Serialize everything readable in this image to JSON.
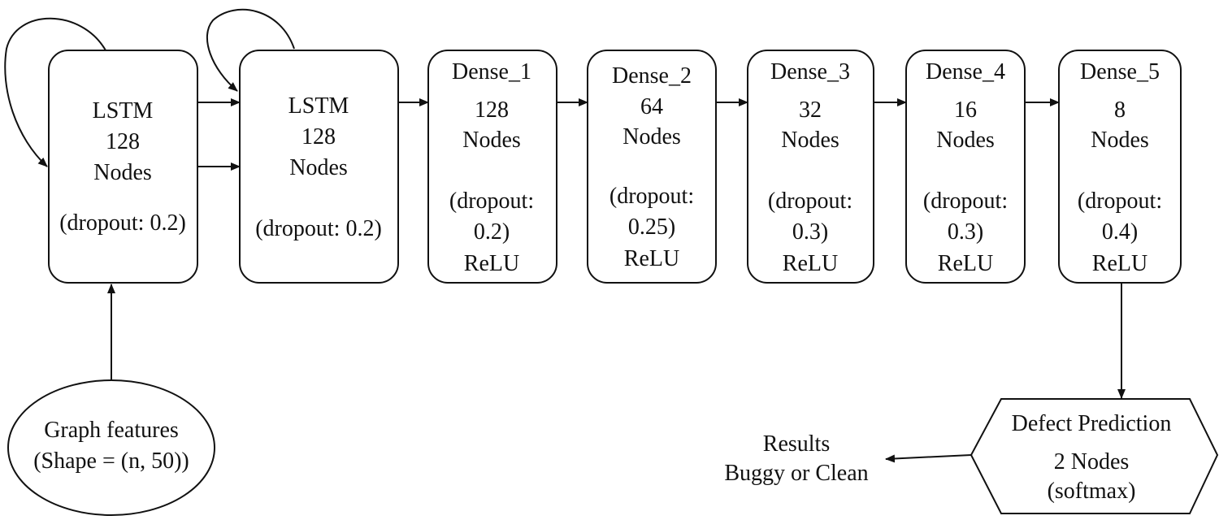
{
  "nodes": {
    "lstm_1": {
      "lines": [
        "LSTM",
        "128",
        "Nodes",
        "(dropout: 0.2)"
      ]
    },
    "lstm_2": {
      "lines": [
        "LSTM",
        "128",
        "Nodes",
        "(dropout: 0.2)"
      ]
    },
    "dense_1": {
      "lines": [
        "Dense_1",
        "128",
        "Nodes",
        "(dropout:",
        "0.2)",
        "ReLU"
      ]
    },
    "dense_2": {
      "lines": [
        "Dense_2",
        "64",
        "Nodes",
        "(dropout:",
        "0.25)",
        "ReLU"
      ]
    },
    "dense_3": {
      "lines": [
        "Dense_3",
        "32",
        "Nodes",
        "(dropout:",
        "0.3)",
        "ReLU"
      ]
    },
    "dense_4": {
      "lines": [
        "Dense_4",
        "16",
        "Nodes",
        "(dropout:",
        "0.3)",
        "ReLU"
      ]
    },
    "dense_5": {
      "lines": [
        "Dense_5",
        "8",
        "Nodes",
        "(dropout:",
        "0.4)",
        "ReLU"
      ]
    },
    "input": {
      "lines": [
        "Graph features",
        "(Shape = (n, 50))"
      ]
    },
    "output": {
      "lines": [
        "Defect Prediction",
        "2 Nodes",
        "(softmax)"
      ]
    },
    "results": {
      "lines": [
        "Results",
        "Buggy or Clean"
      ]
    }
  },
  "edges": [
    {
      "from": "input",
      "to": "lstm_1"
    },
    {
      "from": "lstm_1",
      "to": "lstm_1"
    },
    {
      "from": "lstm_1",
      "to": "lstm_2"
    },
    {
      "from": "lstm_1",
      "to": "lstm_2"
    },
    {
      "from": "lstm_2",
      "to": "lstm_2"
    },
    {
      "from": "lstm_2",
      "to": "dense_1"
    },
    {
      "from": "dense_1",
      "to": "dense_2"
    },
    {
      "from": "dense_2",
      "to": "dense_3"
    },
    {
      "from": "dense_3",
      "to": "dense_4"
    },
    {
      "from": "dense_4",
      "to": "dense_5"
    },
    {
      "from": "dense_5",
      "to": "output"
    },
    {
      "from": "output",
      "to": "results"
    }
  ]
}
